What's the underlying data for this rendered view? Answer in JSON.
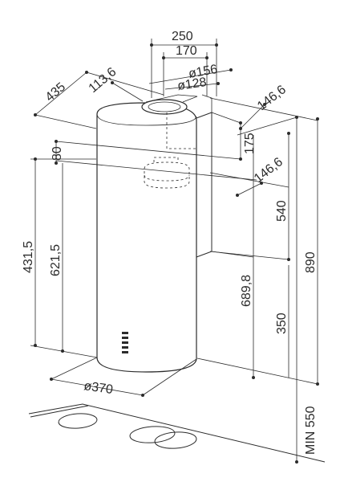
{
  "dimensions": {
    "d250": "250",
    "d170": "170",
    "d156": "ø156",
    "d128": "ø128",
    "d435": "435",
    "d1136": "113,6",
    "d1466_top": "146,6",
    "d175": "175",
    "d80": "80",
    "d1466_mid": "146,6",
    "d540": "540",
    "d890": "890",
    "d4315": "431,5",
    "d6215": "621,5",
    "d6898": "689,8",
    "d350": "350",
    "d370": "ø370",
    "dmin550": "MIN 550"
  }
}
